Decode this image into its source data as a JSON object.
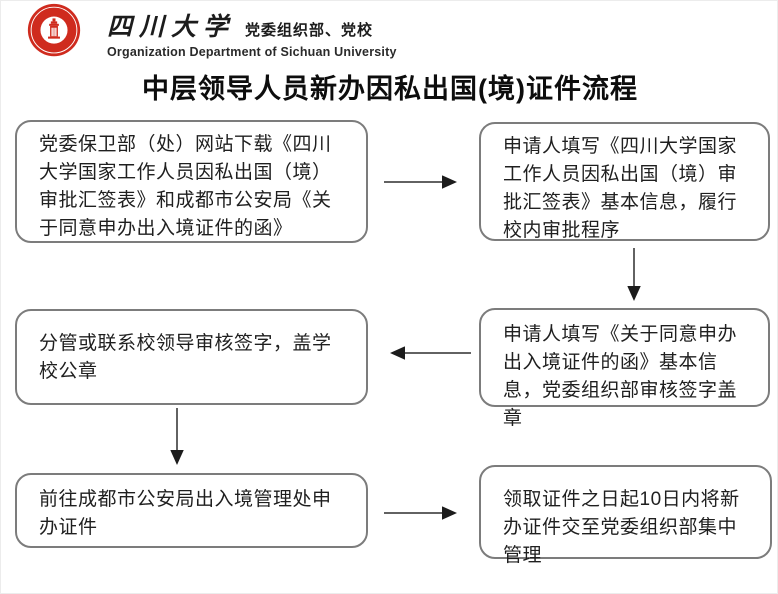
{
  "header": {
    "seal_name": "sichuan-university-seal",
    "university_name": "四川大学",
    "department_cn": "党委组织部、党校",
    "department_en": "Organization Department of Sichuan University"
  },
  "title": "中层领导人员新办因私出国(境)证件流程",
  "flowchart": {
    "steps": [
      {
        "id": 1,
        "text": "党委保卫部（处）网站下载《四川大学国家工作人员因私出国（境）审批汇签表》和成都市公安局《关于同意申办出入境证件的函》"
      },
      {
        "id": 2,
        "text": "申请人填写《四川大学国家工作人员因私出国（境）审批汇签表》基本信息，履行校内审批程序"
      },
      {
        "id": 3,
        "text": "申请人填写《关于同意申办出入境证件的函》基本信息，党委组织部审核签字盖章"
      },
      {
        "id": 4,
        "text": "分管或联系校领导审核签字，盖学校公章"
      },
      {
        "id": 5,
        "text": "前往成都市公安局出入境管理处申办证件"
      },
      {
        "id": 6,
        "text": "领取证件之日起10日内将新办证件交至党委组织部集中管理"
      }
    ],
    "connections": [
      {
        "from": 1,
        "to": 2,
        "direction": "right"
      },
      {
        "from": 2,
        "to": 3,
        "direction": "down"
      },
      {
        "from": 3,
        "to": 4,
        "direction": "left"
      },
      {
        "from": 4,
        "to": 5,
        "direction": "down"
      },
      {
        "from": 5,
        "to": 6,
        "direction": "right"
      }
    ]
  },
  "colors": {
    "seal_red": "#cf2b1e",
    "box_border": "#7c7c7c",
    "arrow": "#2e2e2e",
    "text": "#1f1f1f"
  }
}
